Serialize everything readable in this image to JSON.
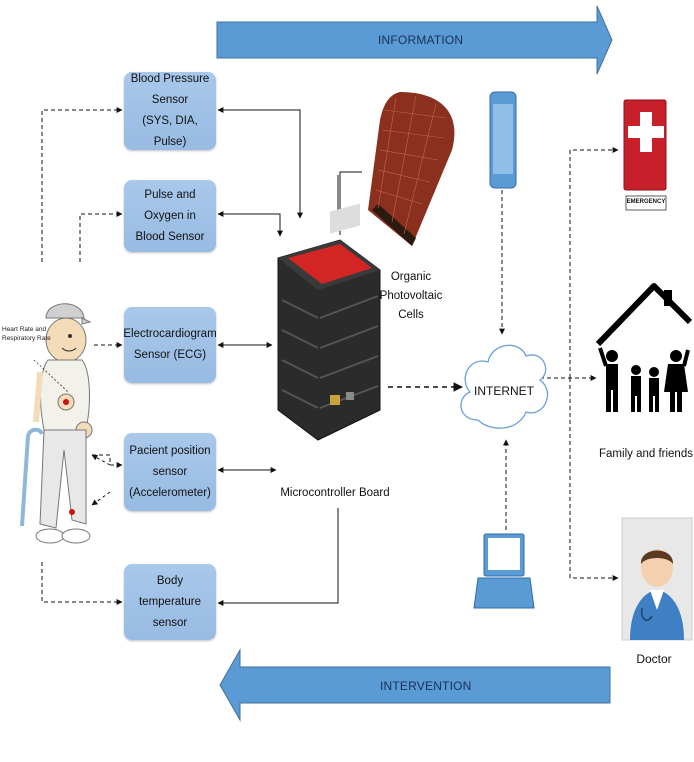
{
  "banners": {
    "top": "INFORMATION",
    "bottom": "INTERVENTION"
  },
  "sensors": [
    "Blood Pressure\nSensor\n(SYS, DIA, Pulse)",
    "Pulse and Oxygen in\nBlood Sensor",
    "Electrocardiogram\nSensor (ECG)",
    "Pacient position\nsensor\n(Accelerometer)",
    "Body temperature\nsensor"
  ],
  "patient_label": "Heart Rate and\nRespiratory Rate",
  "board_label": "Microcontroller Board",
  "cells_label": "Organic\nPhotovoltaic\nCells",
  "internet_label": "INTERNET",
  "emergency_label": "EMERGENCY",
  "family_label": "Family and friends",
  "doctor_label": "Doctor",
  "colors": {
    "banner": "#5b9bd5",
    "sensor_box": "#9dbfe6",
    "emergency_red": "#c8202a",
    "board_red": "#d42525"
  }
}
